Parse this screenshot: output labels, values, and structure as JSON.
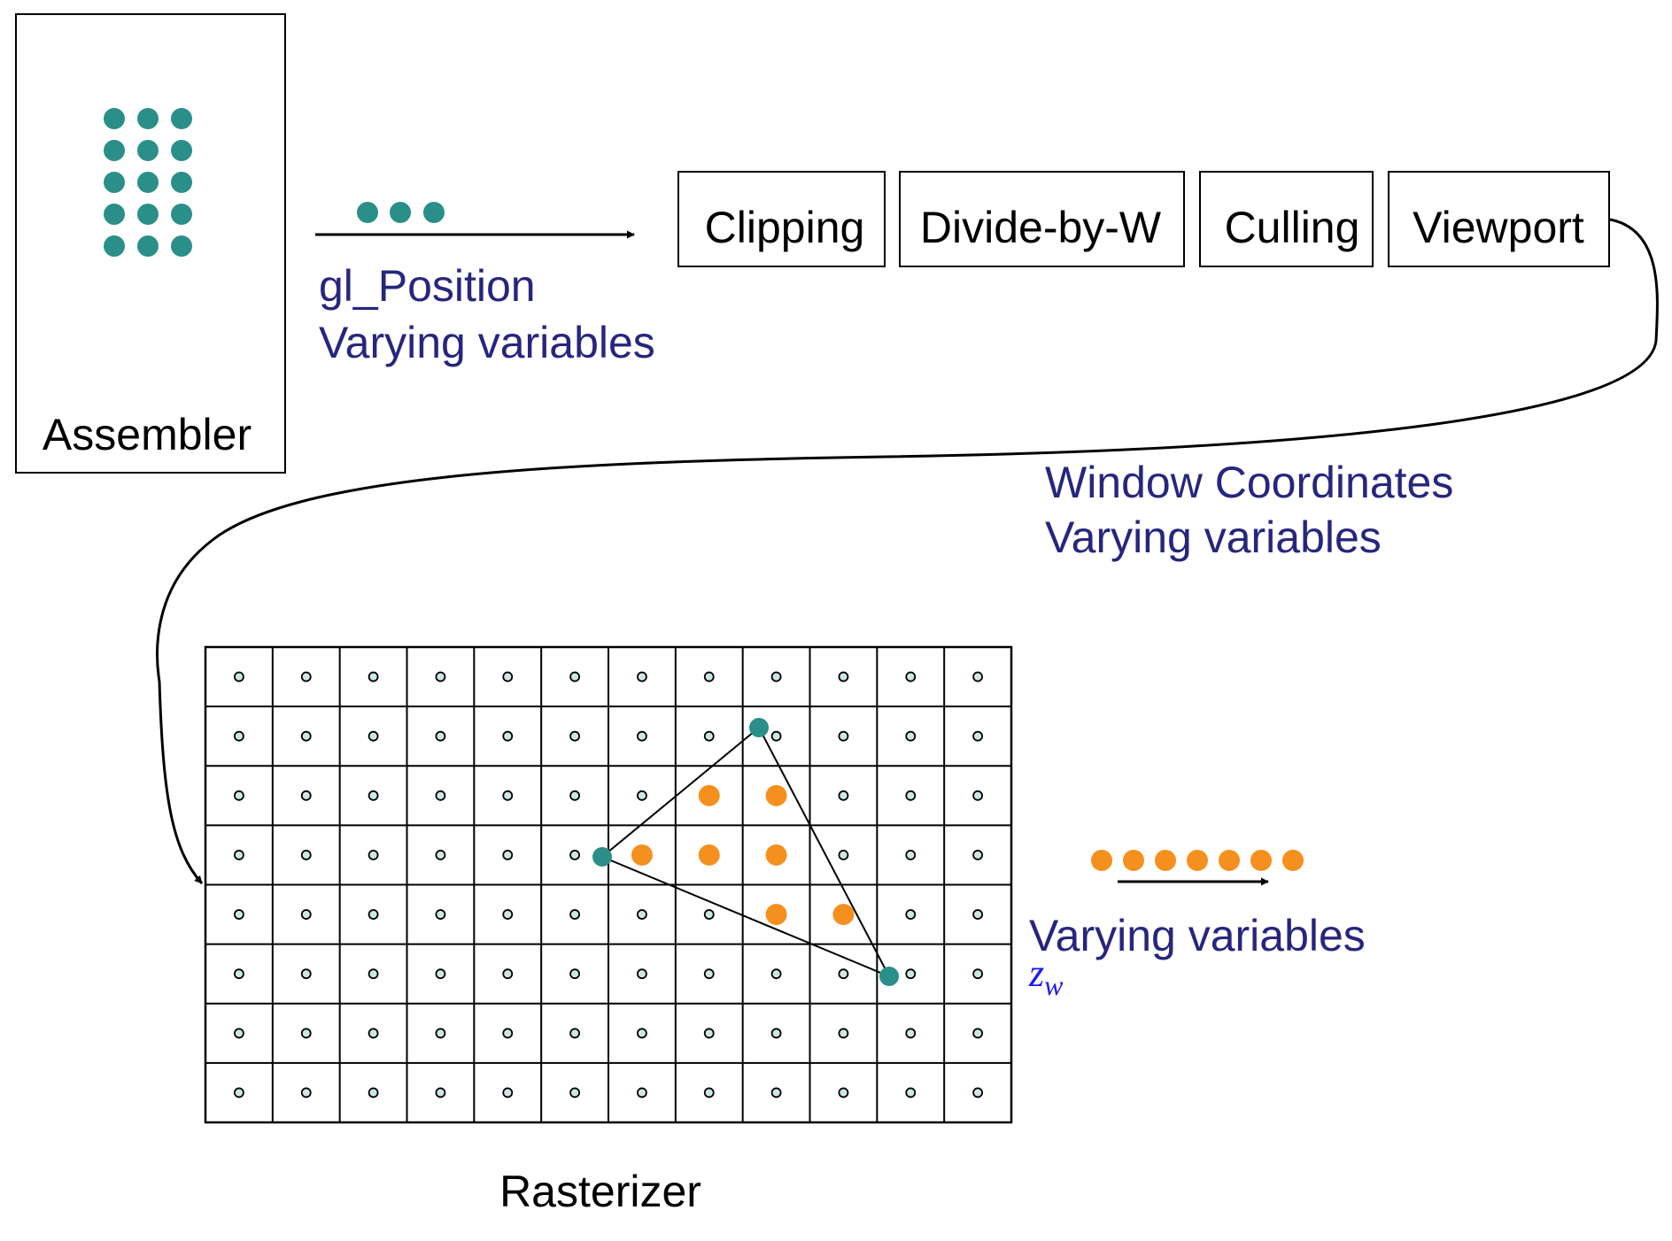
{
  "assembler": {
    "label": "Assembler"
  },
  "transfer": {
    "line1": "gl_Position",
    "line2": "Varying variables"
  },
  "pipeline": {
    "stages": [
      "Clipping",
      "Divide-by-W",
      "Culling",
      "Viewport"
    ]
  },
  "window_coords": {
    "line1": "Window Coordinates",
    "line2": "Varying variables"
  },
  "rasterizer": {
    "label": "Rasterizer",
    "grid": {
      "columns": 12,
      "rows": 8
    }
  },
  "output": {
    "label": "Varying variables",
    "depth_symbol": "z",
    "depth_subscript": "w"
  },
  "colors": {
    "teal": "#2a8f88",
    "orange": "#f5901e",
    "label_blue": "#26267e",
    "math_blue": "#1a1aee",
    "ink": "#000000"
  }
}
